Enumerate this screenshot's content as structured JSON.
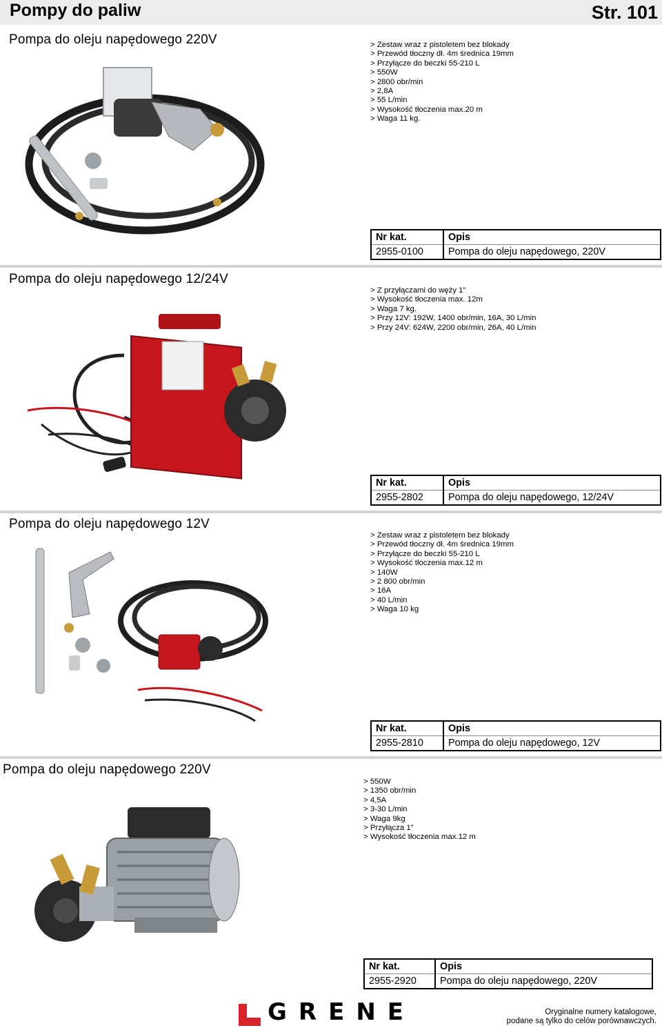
{
  "header": {
    "title": "Pompy do paliw",
    "page": "Str. 101"
  },
  "table_head": {
    "col1": "Nr kat.",
    "col2": "Opis"
  },
  "sections": [
    {
      "title": "Pompa do oleju napędowego 220V",
      "specs": [
        "> Zestaw wraz z pistoletem bez blokady",
        "> Przewód tłoczny dł. 4m średnica 19mm",
        "> Przyłącze do beczki 55-210 L",
        "> 550W",
        "> 2800 obr/min",
        "> 2,8A",
        "> 55 L/min",
        "> Wysokość tłoczenia max.20 m",
        "> Waga 11 kg."
      ],
      "nr": "2955-0100",
      "opis": "Pompa do oleju napędowego, 220V"
    },
    {
      "title": "Pompa do oleju napędowego 12/24V",
      "specs": [
        "> Z przyłączami do węży 1”",
        "> Wysokość tłoczenia max. 12m",
        "> Waga 7 kg.",
        "> Przy 12V: 192W, 1400 obr/min, 16A, 30 L/min",
        "> Przy 24V: 624W, 2200 obr/min, 26A, 40 L/min"
      ],
      "nr": "2955-2802",
      "opis": "Pompa do oleju napędowego, 12/24V"
    },
    {
      "title": "Pompa do oleju napędowego 12V",
      "specs": [
        "> Zestaw wraz z pistoletem bez blokady",
        "> Przewód tłoczny dł. 4m średnica 19mm",
        "> Przyłącze do beczki 55-210 L",
        "> Wysokość tłoczenia max.12 m",
        "> 140W",
        "> 2 800 obr/min",
        "> 16A",
        "> 40 L/min",
        ">  Waga 10 kg"
      ],
      "nr": "2955-2810",
      "opis": "Pompa do oleju napędowego, 12V"
    },
    {
      "title": "Pompa do oleju napędowego 220V",
      "specs": [
        "> 550W",
        "> 1350 obr/min",
        "> 4,5A",
        "> 3-30 L/min",
        "> Waga 9kg",
        "> Przyłącza 1”",
        "> Wysokość tłoczenia max.12 m"
      ],
      "nr": "2955-2920",
      "opis": "Pompa do oleju napędowego, 220V"
    }
  ],
  "footer": {
    "logo": "GRENE",
    "note_line1": "Oryginalne numery katalogowe,",
    "note_line2": "podane są tylko do celów porównawczych."
  },
  "colors": {
    "header_bg": "#ececec",
    "rule": "#d3d3d3",
    "pump_red": "#c4161c",
    "logo_red": "#d8232a"
  }
}
